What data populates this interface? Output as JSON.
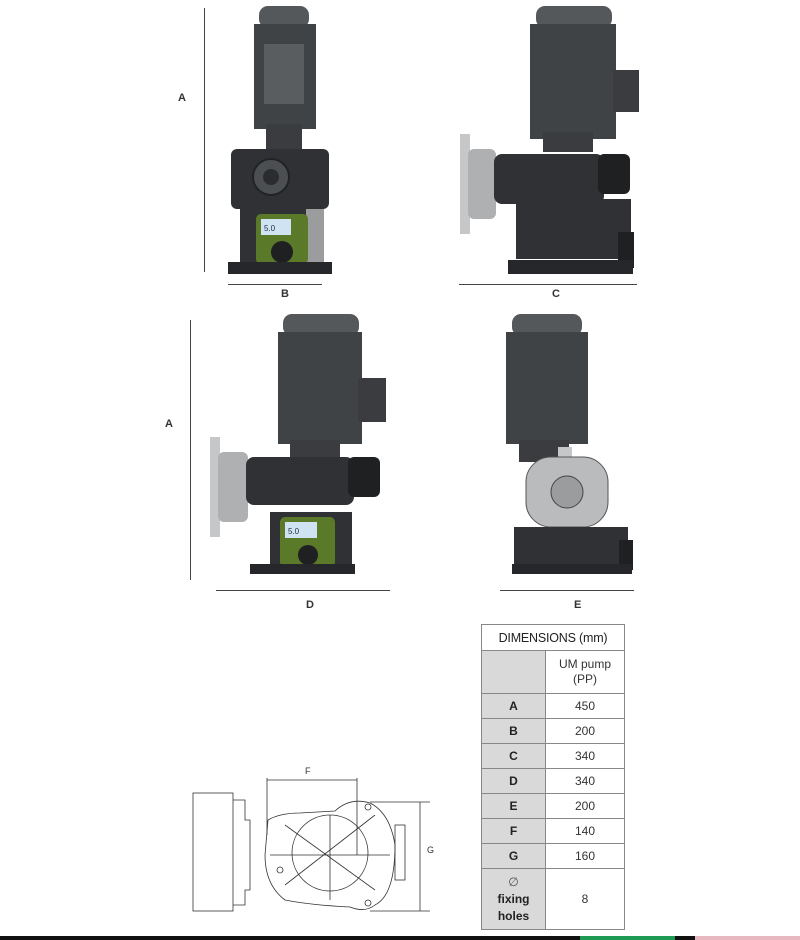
{
  "views": {
    "front": {
      "height_label": "A",
      "width_label": "B",
      "display_value": "5.0"
    },
    "side": {
      "width_label": "C"
    },
    "side_display": {
      "height_label": "A",
      "width_label": "D",
      "display_value": "5.0"
    },
    "rear": {
      "width_label": "E"
    },
    "top": {
      "width_label": "F",
      "height_label": "G"
    }
  },
  "table": {
    "title": "DIMENSIONS (mm)",
    "column_header": "UM pump (PP)",
    "rows": [
      {
        "key": "A",
        "value": "450"
      },
      {
        "key": "B",
        "value": "200"
      },
      {
        "key": "C",
        "value": "340"
      },
      {
        "key": "D",
        "value": "340"
      },
      {
        "key": "E",
        "value": "200"
      },
      {
        "key": "F",
        "value": "140"
      },
      {
        "key": "G",
        "value": "160"
      }
    ],
    "last_row": {
      "symbol": "∅",
      "key": "fixing holes",
      "value": "8"
    }
  },
  "colors": {
    "motor": "#4a4d50",
    "body": "#2e3033",
    "accent_green": "#5a7a2a",
    "footer_green": "#1f9a55",
    "footer_pink": "#e8b8c0"
  }
}
